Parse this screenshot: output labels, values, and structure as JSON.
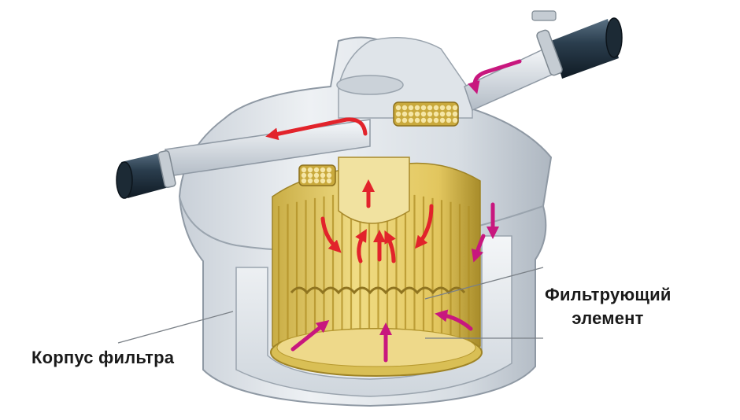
{
  "labels": {
    "housing": "Корпус фильтра",
    "element_line1": "Фильтрующий",
    "element_line2": "элемент"
  },
  "colors": {
    "housing": "#e3e7ec",
    "housing_shade": "#b9c1ca",
    "filter": "#e6cf6a",
    "filter_dark": "#b79a2e",
    "hose": "#2b3e4e",
    "arrow_red": "#e2232b",
    "arrow_magenta": "#c8177e"
  }
}
